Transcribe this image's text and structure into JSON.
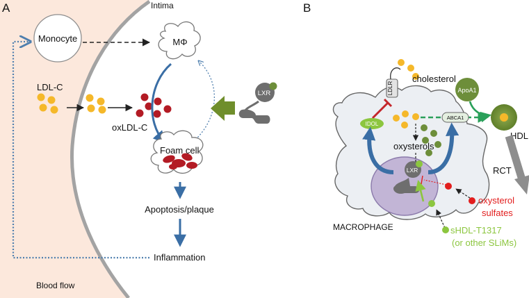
{
  "panel_a": {
    "letter": "A",
    "labels": {
      "intima": "Intima",
      "monocyte": "Monocyte",
      "macrophage": "MΦ",
      "ldl_c": "LDL-C",
      "oxldl_c": "oxLDL-C",
      "foam_cell": "Foam cell",
      "lxr": "LXR",
      "apoptosis": "Apoptosis/plaque",
      "inflammation": "Inflammation",
      "blood_flow": "Blood flow"
    }
  },
  "panel_b": {
    "letter": "B",
    "labels": {
      "ldlr": "LDLR",
      "cholesterol": "cholesterol",
      "apoa1": "ApoA1",
      "abca1": "ABCA1",
      "idol": "IDOL",
      "hdl": "HDL",
      "oxysterols": "oxysterols",
      "lxr": "LXR",
      "rct": "RCT",
      "oxysterol_sulfates_line1": "oxysterol",
      "oxysterol_sulfates_line2": "sulfates",
      "macrophage": "MACROPHAGE",
      "slims_line1": "sHDL-T1317",
      "slims_line2": "(or other SLiMs)"
    }
  },
  "colors": {
    "vessel_wall": "#fce8dc",
    "wall_line": "#a3a3a3",
    "arrow_blue": "#3a6ea5",
    "dotted_blue": "#4f7fae",
    "ldl_yellow": "#f5b82a",
    "oxldl_red": "#b31b24",
    "lxr_grey": "#6e6e6e",
    "ligand_green": "#6d8e3a",
    "olive_arrow": "#6f8e2b",
    "idol_green": "#8cc63f",
    "abca1_green": "#2aa05a",
    "nucleus_purple": "#c2b5d6",
    "cell_grey": "#eceff3",
    "sulfate_red": "#e21d1d",
    "slims_green": "#8cc63f"
  },
  "icons": [
    "monocyte-cell-icon",
    "macrophage-cell-icon",
    "foam-cell-icon",
    "lxr-receptor-icon",
    "ldlr-receptor-icon",
    "abca1-transporter-icon",
    "hdl-particle-icon"
  ]
}
